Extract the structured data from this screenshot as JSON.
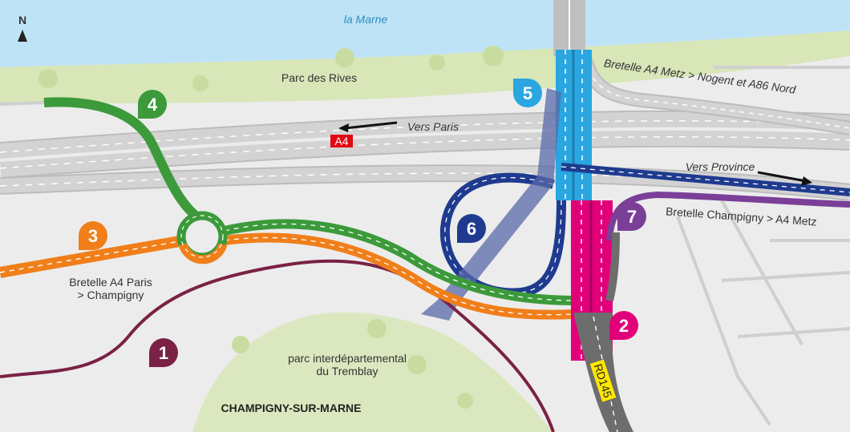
{
  "compass": {
    "letter": "N"
  },
  "labels": {
    "river": "la Marne",
    "park_north": "Parc des Rives",
    "highway": "A4",
    "to_paris": "Vers Paris",
    "to_province": "Vers Province",
    "bretelle_metz": "Bretelle A4 Metz > Nogent et A86 Nord",
    "bretelle_champigny_line1": "Bretelle A4 Paris",
    "bretelle_champigny_line2": "> Champigny",
    "bretelle_champigny_metz": "Bretelle Champigny > A4 Metz",
    "park_south_line1": "parc interdépartemental",
    "park_south_line2": "du Tremblay",
    "town": "CHAMPIGNY-SUR-MARNE",
    "road": "RD145"
  },
  "markers": [
    {
      "id": "1",
      "color": "#7a2145"
    },
    {
      "id": "2",
      "color": "#e2007a"
    },
    {
      "id": "3",
      "color": "#f07f1a"
    },
    {
      "id": "4",
      "color": "#3c9a3b"
    },
    {
      "id": "5",
      "color": "#2aa6e0"
    },
    {
      "id": "6",
      "color": "#1f3b8f"
    },
    {
      "id": "7",
      "color": "#7b3f98"
    }
  ]
}
